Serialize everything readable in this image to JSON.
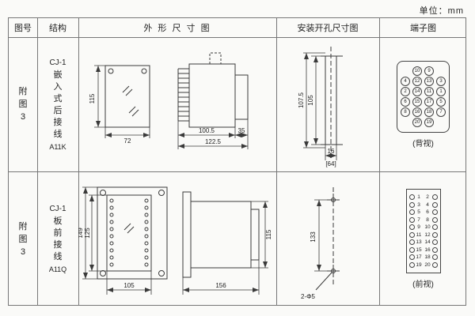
{
  "unit_label": "单位：mm",
  "header": {
    "fig_no": "图号",
    "structure": "结构",
    "outline": "外 形 尺 寸 图",
    "install": "安装开孔尺寸图",
    "terminal": "端子图"
  },
  "rows": [
    {
      "fig_no": "附图3",
      "model": "CJ-1",
      "mount_type": "嵌入式后接线",
      "code": "A11K",
      "dims": {
        "front_height": "115",
        "front_width": "72",
        "body_width": "100.5",
        "overall_width": "122.5",
        "terminal_depth": "35",
        "cutout_height_outer": "107.5",
        "cutout_height_inner": "105",
        "cutout_offset": "16",
        "cutout_width": "[64]"
      },
      "terminal": {
        "view_label": "(背视)",
        "circle_rows": [
          [
            10,
            9
          ],
          [
            4,
            12,
            13,
            3
          ],
          [
            2,
            14,
            11,
            1
          ],
          [
            6,
            15,
            17,
            5
          ],
          [
            8,
            16,
            18,
            7
          ],
          [
            20,
            19
          ]
        ]
      }
    },
    {
      "fig_no": "附图3",
      "model": "CJ-1",
      "mount_type": "板前接线",
      "code": "A11Q",
      "dims": {
        "front_outer_height": "149",
        "front_inner_height": "125",
        "front_width": "105",
        "side_length": "156",
        "side_height": "115",
        "hole_spacing": "133",
        "hole_label": "2-Φ5"
      },
      "terminal": {
        "view_label": "(前视)",
        "pairs": [
          [
            1,
            2
          ],
          [
            3,
            4
          ],
          [
            5,
            6
          ],
          [
            7,
            8
          ],
          [
            9,
            10
          ],
          [
            11,
            12
          ],
          [
            13,
            14
          ],
          [
            15,
            16
          ],
          [
            17,
            18
          ],
          [
            19,
            20
          ]
        ]
      }
    }
  ]
}
